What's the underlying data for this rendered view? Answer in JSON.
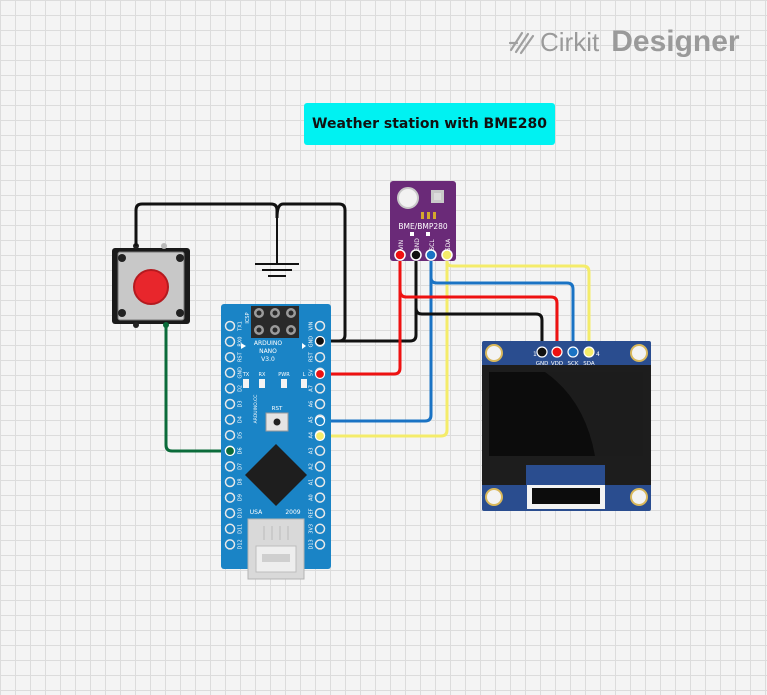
{
  "app": {
    "brand_light": "Cirkit",
    "brand_bold": "Designer",
    "title": "Weather station with BME280"
  },
  "sensor": {
    "name": "BME/BMP280",
    "pins": [
      "VIN",
      "GND",
      "SCL",
      "SDA"
    ]
  },
  "oled": {
    "pins": [
      "GND",
      "VDD",
      "SCK",
      "SDA"
    ],
    "pin_first": "1",
    "pin_last": "4"
  },
  "nano": {
    "name_lines": [
      "ARDUINO",
      "NANO",
      "V3.0"
    ],
    "icsp": "ICSP",
    "leds": [
      "TX",
      "RX",
      "PWR",
      "L"
    ],
    "reset": "RST",
    "side_text": "ARDUINO.CC",
    "origin": "USA",
    "year": "2009",
    "left_pins": [
      "TX1",
      "RX0",
      "RST",
      "GND",
      "D2",
      "D3",
      "D4",
      "D5",
      "D6",
      "D7",
      "D8",
      "D9",
      "D10",
      "D11",
      "D12"
    ],
    "right_pins": [
      "VIN",
      "GND",
      "RST",
      "5V",
      "A7",
      "A6",
      "A5",
      "A4",
      "A3",
      "A2",
      "A1",
      "A0",
      "REF",
      "3V3",
      "D13"
    ]
  },
  "colors": {
    "wire_black": "#111111",
    "wire_red": "#ee1111",
    "wire_blue": "#1a73c4",
    "wire_yellow": "#f4ec6a",
    "wire_green": "#0b6b3a",
    "nano_board": "#1a84c6",
    "sensor_board": "#6a2a78",
    "oled_board": "#2a4d8f",
    "title_bg": "#00f2f2"
  },
  "icons": {
    "logo": "cirkit-logo-icon",
    "ground": "ground-symbol-icon",
    "button": "push-button-icon"
  }
}
